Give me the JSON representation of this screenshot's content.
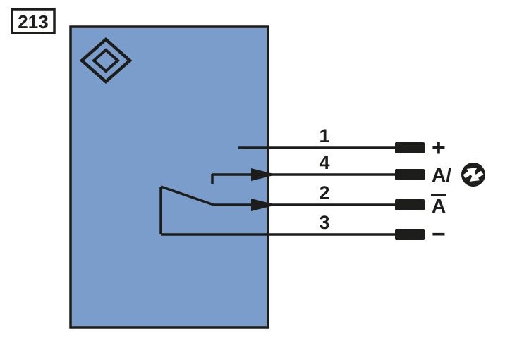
{
  "figure_number": "213",
  "device": {
    "body_color": "#7b9dcb",
    "outline_color": "#1d1d1b",
    "symbol": "diamond-sensor-symbol"
  },
  "wires": [
    {
      "pin": "1",
      "terminal": "+",
      "has_arrow": false
    },
    {
      "pin": "4",
      "terminal": "A/",
      "has_arrow": true,
      "icon": "rotation-direction-icon"
    },
    {
      "pin": "2",
      "terminal": "A",
      "overline": true,
      "has_arrow": true
    },
    {
      "pin": "3",
      "terminal": "−",
      "has_arrow": false
    }
  ],
  "icons": {
    "rotation_direction": "two-opposing-arrows-in-circle",
    "sensor_symbol": "double-diamond-outline"
  }
}
